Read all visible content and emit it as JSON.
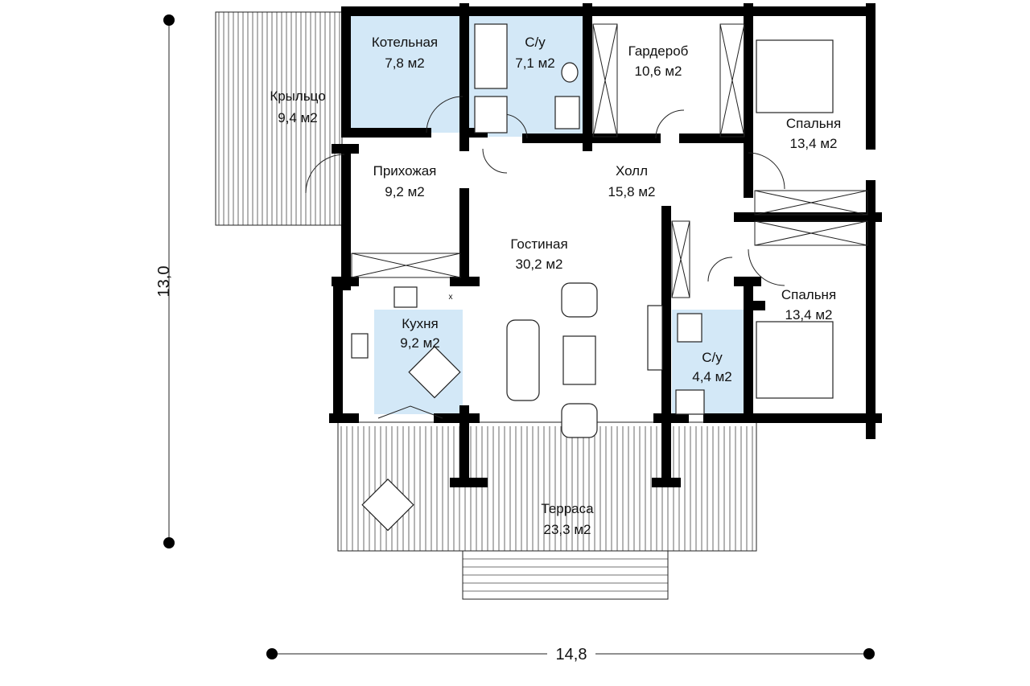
{
  "colors": {
    "wet_room": "#d3e8f7",
    "wall": "#000000"
  },
  "rooms": {
    "porch": {
      "name": "Крыльцо",
      "area": "9,4 м2"
    },
    "boiler": {
      "name": "Котельная",
      "area": "7,8 м2"
    },
    "bath1": {
      "name": "С/у",
      "area": "7,1 м2"
    },
    "wardrobe": {
      "name": "Гардероб",
      "area": "10,6 м2"
    },
    "bedroom1": {
      "name": "Спальня",
      "area": "13,4 м2"
    },
    "entry": {
      "name": "Прихожая",
      "area": "9,2 м2"
    },
    "hall": {
      "name": "Холл",
      "area": "15,8 м2"
    },
    "living": {
      "name": "Гостиная",
      "area": "30,2 м2"
    },
    "kitchen": {
      "name": "Кухня",
      "area": "9,2 м2"
    },
    "bath2": {
      "name": "С/у",
      "area": "4,4 м2"
    },
    "bedroom2": {
      "name": "Спальня",
      "area": "13,4 м2"
    },
    "terrace": {
      "name": "Терраса",
      "area": "23,3 м2"
    }
  },
  "dimensions": {
    "height": "13,0",
    "width": "14,8"
  },
  "kitchen_stove_mark": "x"
}
